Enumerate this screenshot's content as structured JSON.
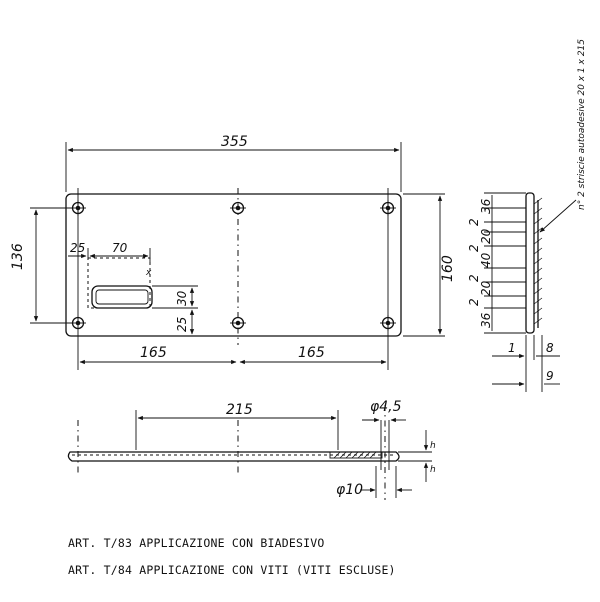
{
  "dimensions": {
    "overall_width": "355",
    "overall_height": "160",
    "hole_spacing_vertical": "136",
    "slot_offset_x": "25",
    "slot_width": "70",
    "slot_height": "30",
    "slot_offset_y": "25",
    "hole_spacing_left": "165",
    "hole_spacing_right": "165",
    "section_length": "215",
    "hole_diameter": "φ4,5",
    "counterbore_diameter": "φ10",
    "thickness_mark": "h",
    "side_pitch": [
      "36",
      "2",
      "20",
      "2",
      "40",
      "2",
      "20",
      "2",
      "36"
    ],
    "side_bottom_left": "1",
    "side_bottom_right": "8",
    "side_total": "9",
    "slot_corner_mark": "x"
  },
  "side_note": "n° 2 striscie autoadesive 20 x 1 x 215",
  "captions": [
    "ART. T/83 APPLICAZIONE CON BIADESIVO",
    "ART. T/84 APPLICAZIONE CON VITI (VITI ESCLUSE)"
  ]
}
